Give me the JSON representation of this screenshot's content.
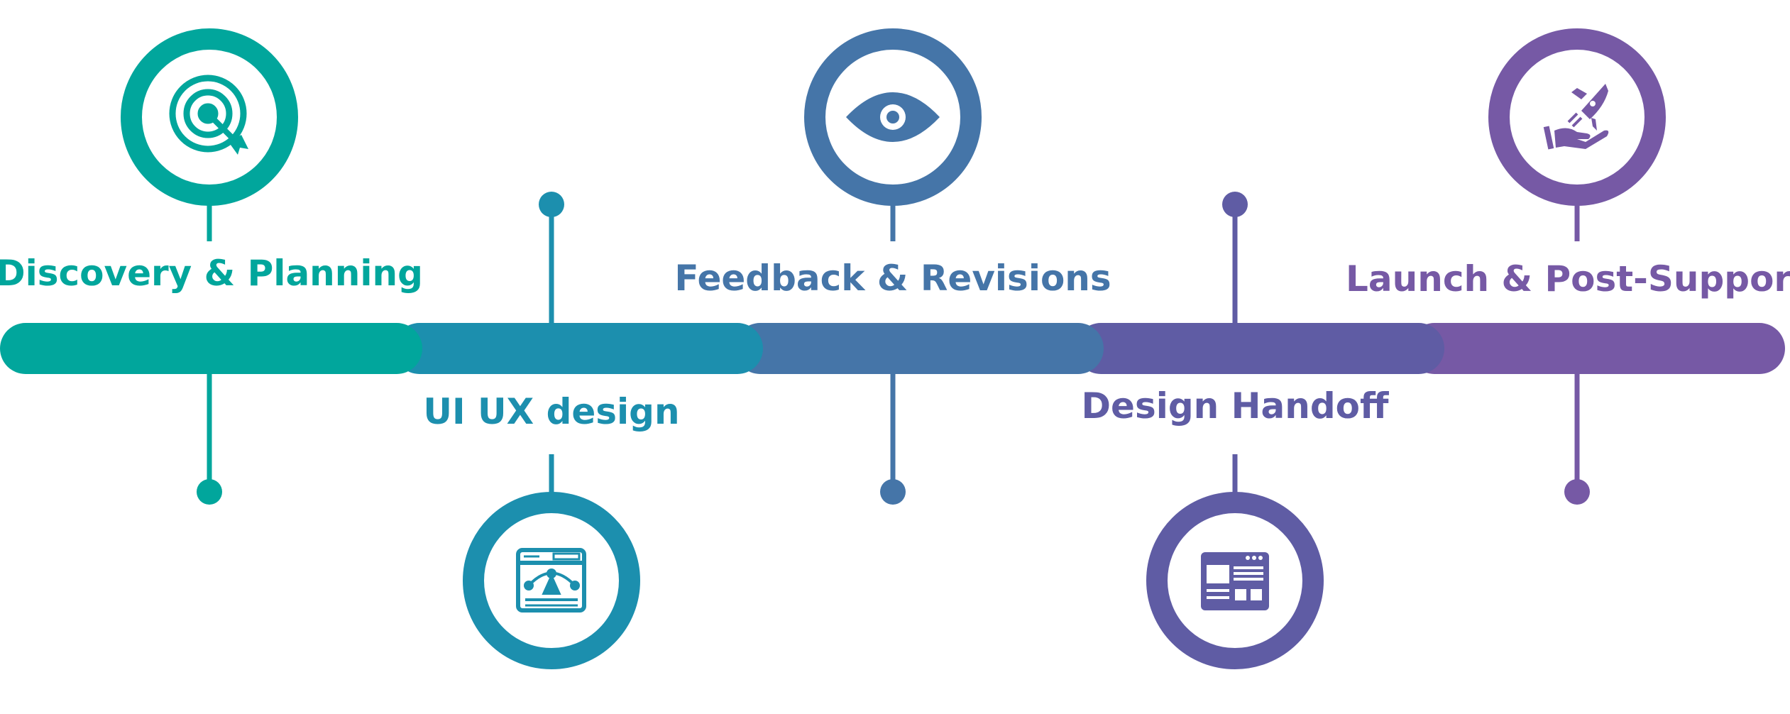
{
  "steps": [
    {
      "label": "Discovery & Planning",
      "color": "#01A69C",
      "icon": "target-icon"
    },
    {
      "label": "UI UX design",
      "color": "#1C8FAE",
      "icon": "ui-design-icon"
    },
    {
      "label": "Feedback & Revisions",
      "color": "#4575A8",
      "icon": "eye-icon"
    },
    {
      "label": "Design Handoff",
      "color": "#5F5CA4",
      "icon": "layout-icon"
    },
    {
      "label": "Launch & Post-Support",
      "color": "#7659A5",
      "icon": "rocket-hand-icon"
    }
  ]
}
